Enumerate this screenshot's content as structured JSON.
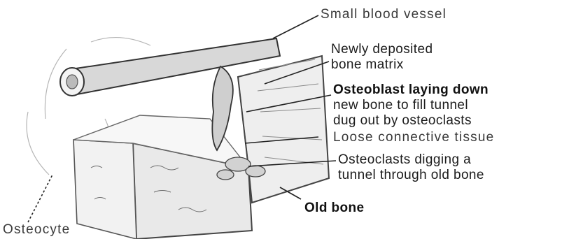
{
  "labels": {
    "small_blood_vessel": "Small blood vessel",
    "newly_deposited_line1": "Newly deposited",
    "newly_deposited_line2": "bone matrix",
    "osteoblast_line1": "Osteoblast laying down",
    "osteoblast_line2": "new bone to fill tunnel",
    "osteoblast_line3": "dug out by osteoclasts",
    "loose_connective": "Loose connective tissue",
    "osteoclasts_line1": "Osteoclasts digging a",
    "osteoclasts_line2": "tunnel through old bone",
    "old_bone": "Old bone",
    "osteocyte": "Osteocyte"
  },
  "colors": {
    "ink": "#1c1c1c",
    "sketch": "#555555",
    "shade": "#c9c9c9",
    "background": "#ffffff"
  }
}
